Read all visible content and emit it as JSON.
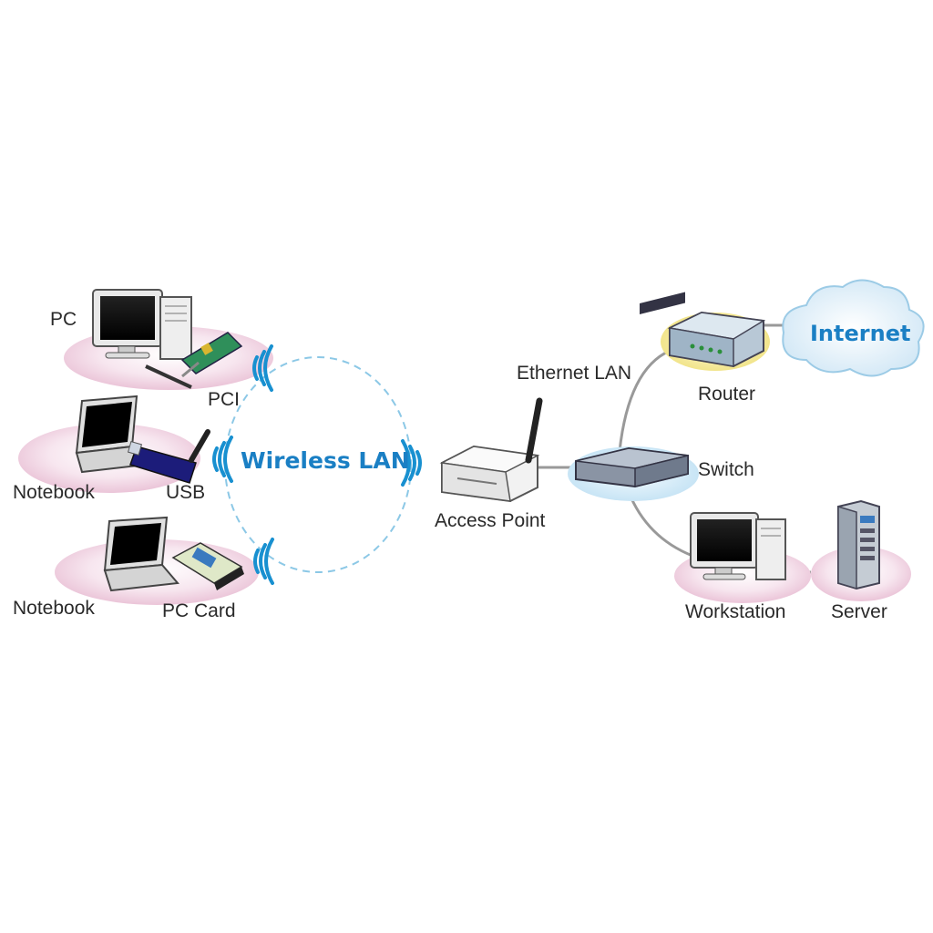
{
  "diagram": {
    "center_label": "Wireless LAN",
    "nodes": {
      "pc": "PC",
      "pci": "PCI",
      "notebook_usb": "Notebook",
      "usb": "USB",
      "notebook_pccard": "Notebook",
      "pc_card": "PC Card",
      "access_point": "Access Point",
      "ethernet_lan": "Ethernet LAN",
      "router": "Router",
      "internet": "Internet",
      "switch": "Switch",
      "workstation": "Workstation",
      "server": "Server"
    },
    "colors": {
      "accent_blue": "#1a7fc4",
      "wave_blue": "#1890d0",
      "pink_disc": "#f3dbe8",
      "cloud": "#e8f4fb",
      "router_yellow": "#f2e88a"
    },
    "icons": [
      "desktop-pc-icon",
      "pci-card-icon",
      "laptop-icon",
      "usb-adapter-icon",
      "pc-card-icon",
      "access-point-icon",
      "router-icon",
      "cloud-icon",
      "switch-icon",
      "workstation-icon",
      "server-icon",
      "wireless-signal-icon"
    ]
  }
}
